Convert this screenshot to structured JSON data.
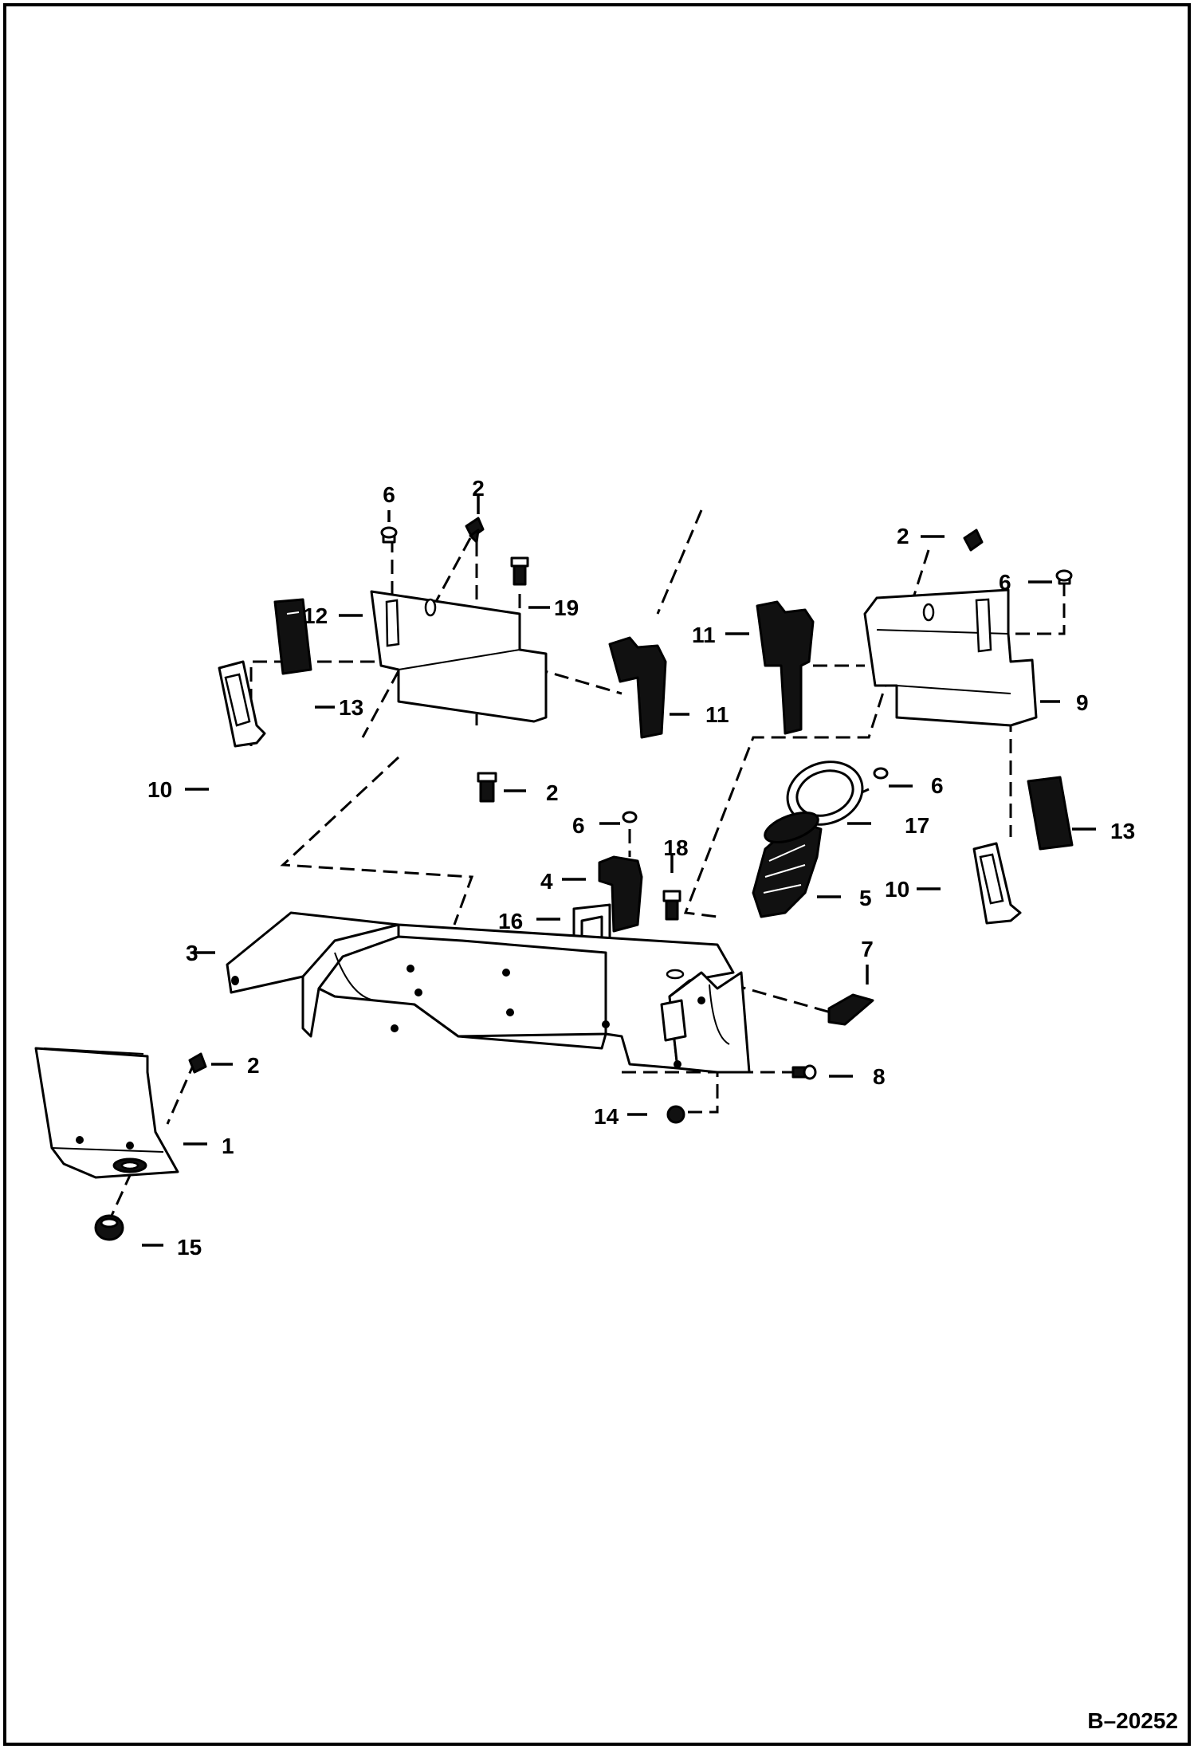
{
  "drawing_number": "B–20252",
  "callouts": {
    "c1": "1",
    "c2a": "2",
    "c2b": "2",
    "c2c": "2",
    "c2d": "2",
    "c3": "3",
    "c4": "4",
    "c5": "5",
    "c6a": "6",
    "c6b": "6",
    "c6c": "6",
    "c6d": "6",
    "c7": "7",
    "c8": "8",
    "c9": "9",
    "c10a": "10",
    "c10b": "10",
    "c11a": "11",
    "c11b": "11",
    "c12": "12",
    "c13a": "13",
    "c13b": "13",
    "c14": "14",
    "c15": "15",
    "c16": "16",
    "c17": "17",
    "c18": "18",
    "c19": "19"
  }
}
